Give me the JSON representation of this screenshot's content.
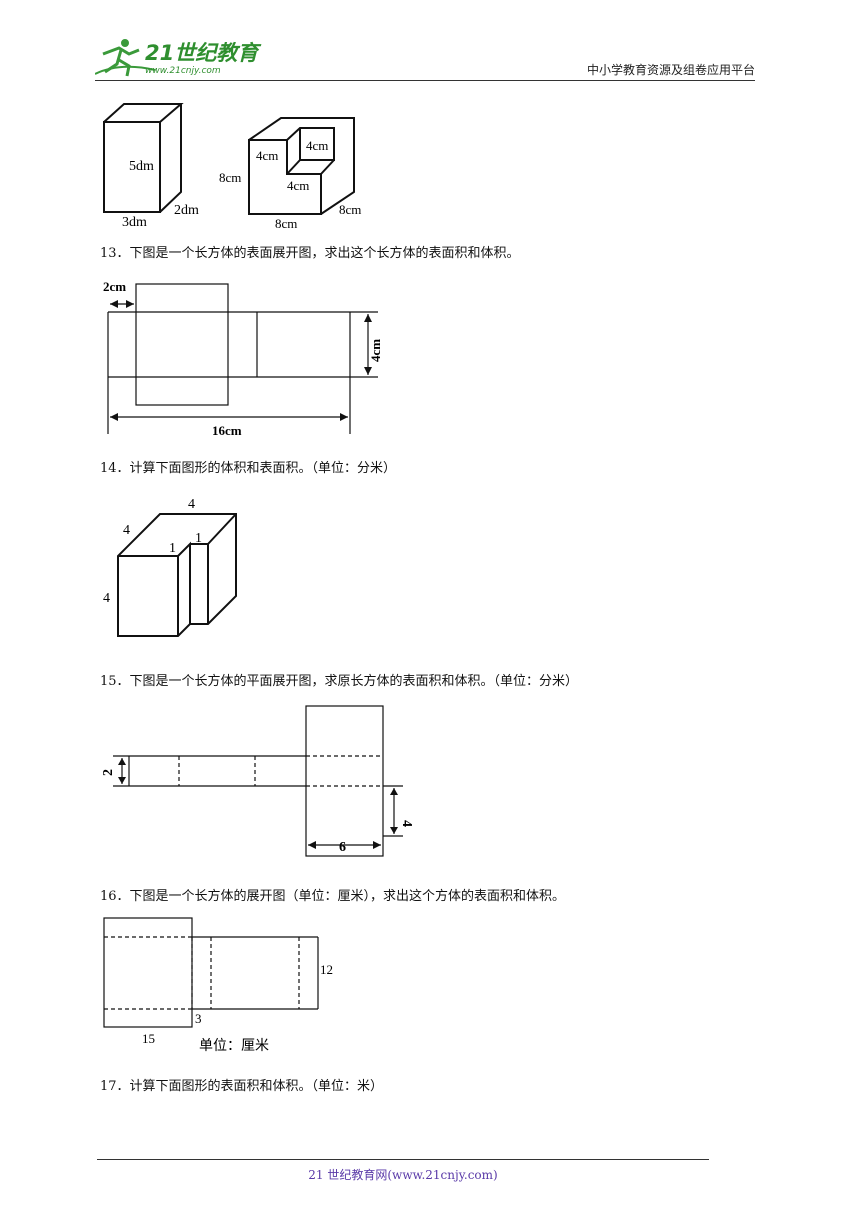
{
  "header": {
    "logo_text": "21世纪教育",
    "logo_url": "www.21cnjy.com",
    "platform": "中小学教育资源及组卷应用平台"
  },
  "figures": {
    "fig_a": {
      "height": "5dm",
      "depth": "2dm",
      "width": "3dm"
    },
    "fig_b": {
      "notch_left": "4cm",
      "notch_top": "4cm",
      "notch_bottom": "4cm",
      "height": "8cm",
      "width": "8cm",
      "depth": "8cm"
    },
    "fig13": {
      "offset": "2cm",
      "height": "4cm",
      "length": "16cm"
    },
    "fig14": {
      "top": "4",
      "left_depth": "4",
      "notch_a": "1",
      "notch_b": "1",
      "height": "4"
    },
    "fig15": {
      "strip": "2",
      "height": "4",
      "width": "6"
    },
    "fig16": {
      "side": "12",
      "gap": "3",
      "width": "15",
      "unit": "单位：厘米"
    }
  },
  "questions": {
    "q13": "13．下图是一个长方体的表面展开图，求出这个长方体的表面积和体积。",
    "q14": "14．计算下面图形的体积和表面积。（单位：分米）",
    "q15": "15．下图是一个长方体的平面展开图，求原长方体的表面积和体积。（单位：分米）",
    "q16": "16．下图是一个长方体的展开图（单位：厘米），求出这个方体的表面积和体积。",
    "q17": "17．计算下面图形的表面积和体积。（单位：米）"
  },
  "footer": {
    "text": "21 世纪教育网(www.21cnjy.com)"
  }
}
